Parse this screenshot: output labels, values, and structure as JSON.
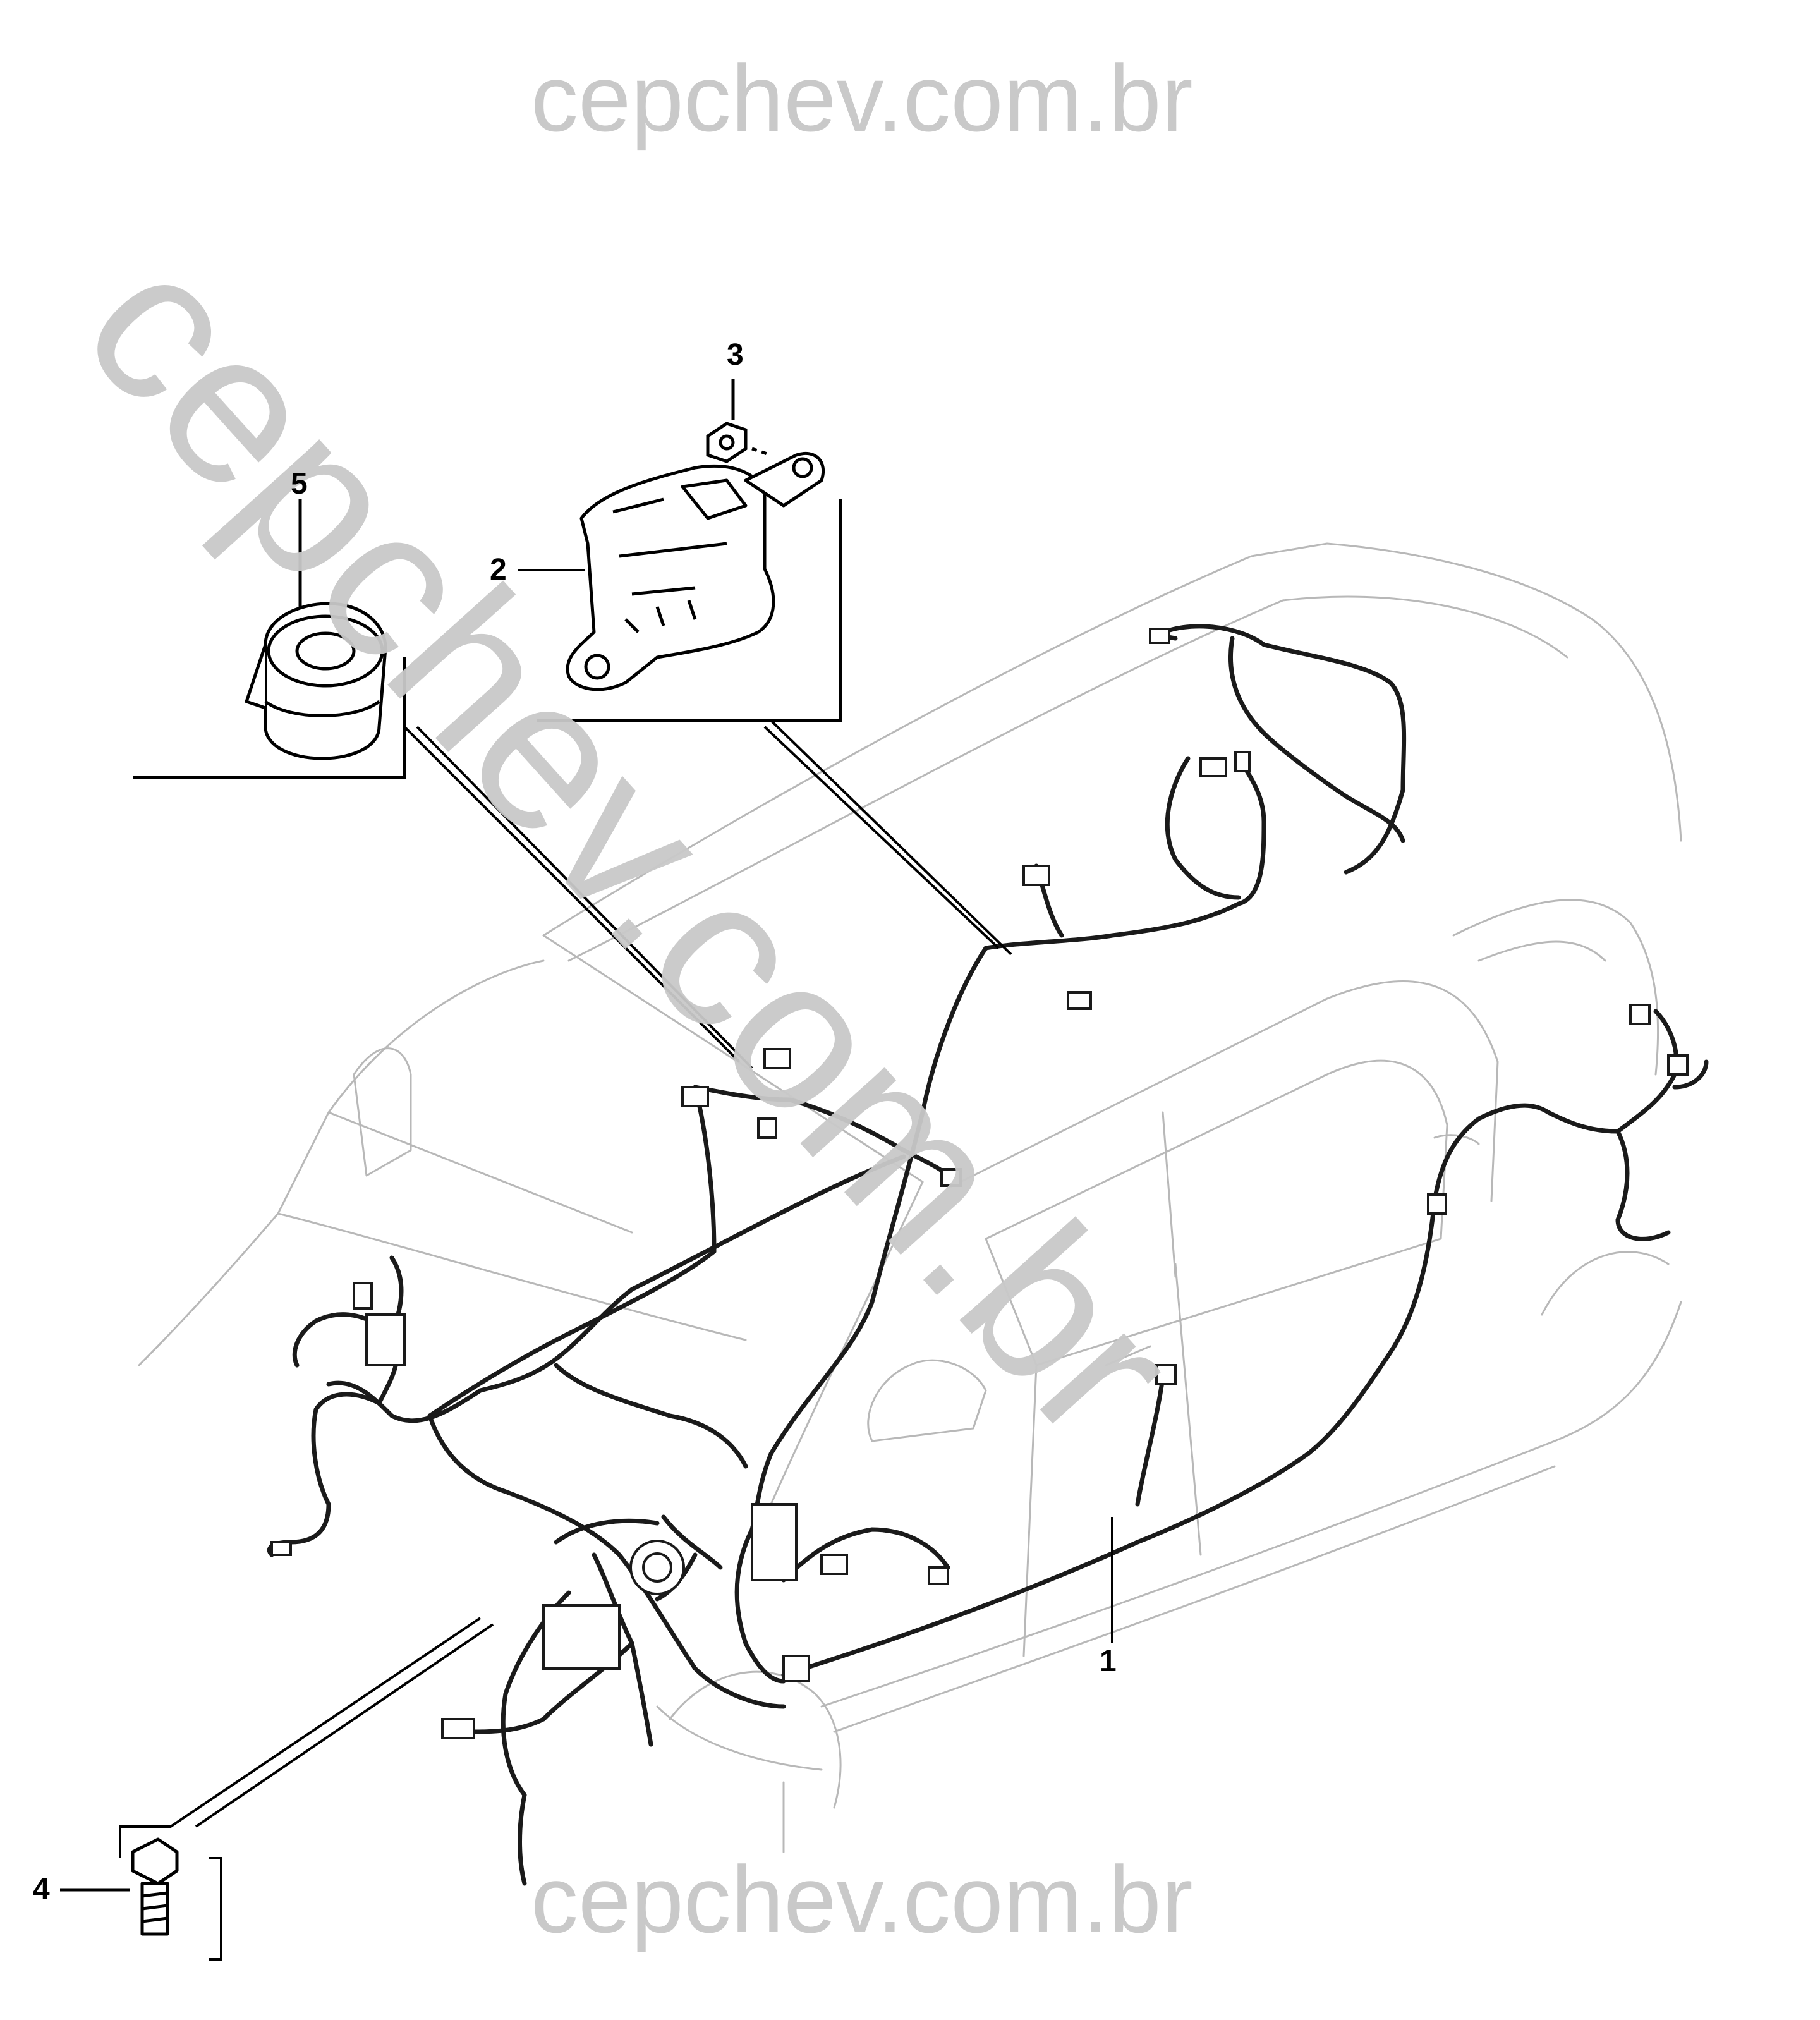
{
  "watermarks": {
    "top": "cepchev.com.br",
    "bottom": "cepchev.com.br",
    "diagonal": "cepchev.com.br"
  },
  "callouts": {
    "part_1": "1",
    "part_2": "2",
    "part_3": "3",
    "part_4": "4",
    "part_5": "5"
  },
  "colors": {
    "linework": "#000000",
    "vehicle_outline": "#b8b8b8",
    "harness": "#1a1a1a",
    "watermark": "#c9c9c9"
  }
}
